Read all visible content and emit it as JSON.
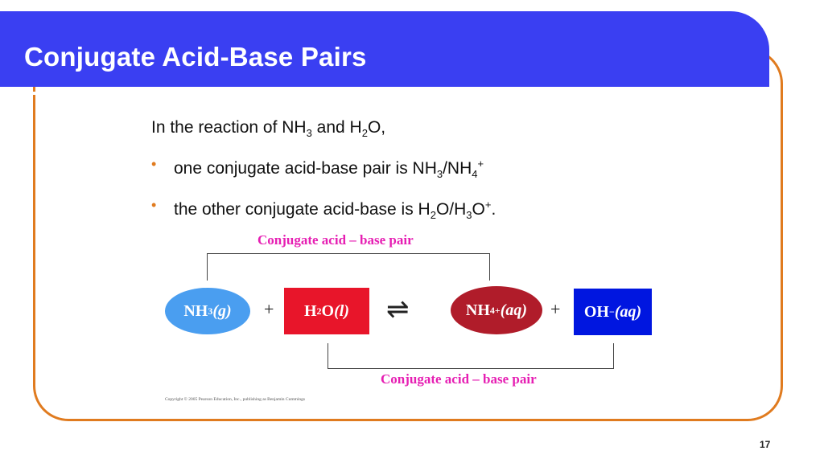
{
  "slide": {
    "title": "Conjugate Acid-Base Pairs",
    "page_number": "17",
    "copyright": "Copyright © 2005 Pearson Education, Inc., publishing as Benjamin Cummings"
  },
  "text": {
    "intro": {
      "pre": "In the reaction of NH",
      "sub1": "3",
      "mid": " and H",
      "sub2": "2",
      "post": "O,"
    },
    "bullet1": {
      "pre": "one conjugate acid-base pair is NH",
      "sub1": "3",
      "mid": "/NH",
      "sub2": "4",
      "sup": "+"
    },
    "bullet2": {
      "pre": "the other conjugate acid-base is H",
      "sub1": "2",
      "mid1": "O/H",
      "sub2": "3",
      "mid2": "O",
      "sup": "+",
      "post": "."
    },
    "bullet_char": "•"
  },
  "diagram": {
    "top_label": "Conjugate acid – base pair",
    "bottom_label": "Conjugate acid – base pair",
    "plus": "+",
    "arrow": "⇌",
    "nh3": {
      "main": "NH",
      "sub": "3",
      "state": "(g)"
    },
    "h2o": {
      "main": "H",
      "sub": "2",
      "mid": "O",
      "state": "(l)"
    },
    "nh4": {
      "main": "NH",
      "sub": "4",
      "sup": "+",
      "state": "(aq)"
    },
    "oh": {
      "main": "OH",
      "sup": "−",
      "state": "(aq)"
    },
    "colors": {
      "nh3": "#4a9ef0",
      "h2o": "#e8152a",
      "nh4": "#b01c2a",
      "oh": "#0016e0",
      "label": "#e61fb3"
    }
  },
  "theme": {
    "banner": "#3a3ff2",
    "frame": "#e07b1f"
  }
}
